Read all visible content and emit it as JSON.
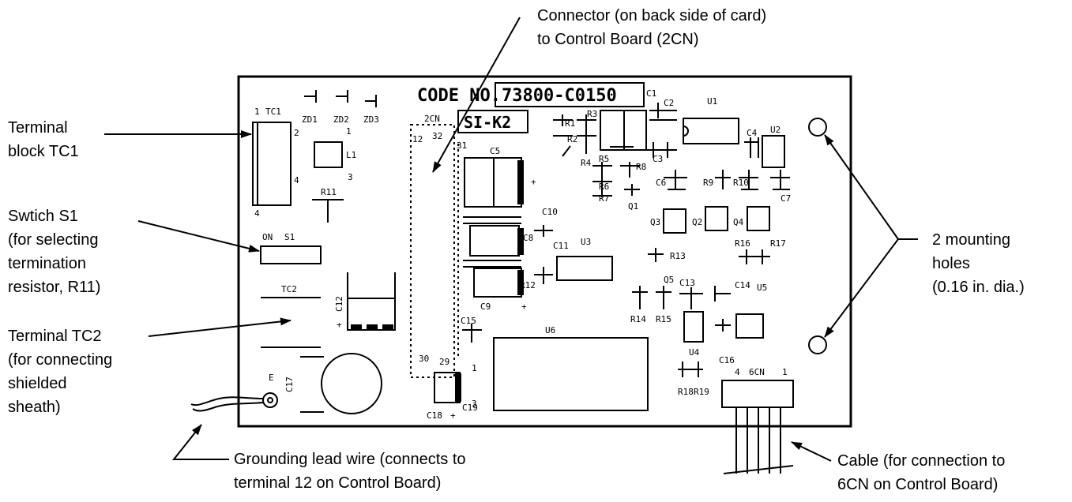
{
  "labels": {
    "connector": [
      "Connector (on back side of card)",
      "to Control Board (2CN)"
    ],
    "terminal_block": [
      "Terminal",
      "block TC1"
    ],
    "switch": [
      "Swtich S1",
      "(for selecting",
      "termination",
      "resistor, R11)"
    ],
    "terminal_tc2": [
      "Terminal TC2",
      "(for connecting",
      "shielded",
      "sheath)"
    ],
    "grounding": [
      "Grounding lead wire (connects to",
      "terminal 12 on Control Board)"
    ],
    "mounting": [
      "2 mounting",
      "holes",
      "(0.16 in. dia.)"
    ],
    "cable": [
      "Cable (for connection to",
      "6CN on Control Board)"
    ]
  },
  "board": {
    "code_prefix": "CODE NO.",
    "code_number": "73800-C0150",
    "model": "SI-K2",
    "marks": {
      "tc1": "TC1",
      "zd1": "ZD1",
      "zd2": "ZD2",
      "zd3": "ZD3",
      "l1": "L1",
      "r11": "R11",
      "on": "ON",
      "s1": "S1",
      "tc2": "TC2",
      "c12": "C12",
      "e": "E",
      "c17": "C17",
      "cn2": "2CN",
      "c5": "C5",
      "c10": "C10",
      "c8": "C8",
      "c11": "C11",
      "c9": "C9",
      "u3": "U3",
      "r12": "R12",
      "c15": "C15",
      "u6": "U6",
      "c18": "C18",
      "c19": "C19",
      "r1": "R1",
      "r2": "R2",
      "r3": "R3",
      "r4": "R4",
      "r5": "R5",
      "r6": "R6",
      "r7": "R7",
      "r8": "R8",
      "c1": "C1",
      "c2": "C2",
      "c3": "C3",
      "u1": "U1",
      "c4": "C4",
      "u2": "U2",
      "c6": "C6",
      "r9": "R9",
      "r10": "R10",
      "c7": "C7",
      "q1": "Q1",
      "q2": "Q2",
      "q3": "Q3",
      "q4": "Q4",
      "r13": "R13",
      "r16": "R16",
      "r17": "R17",
      "q5": "Q5",
      "c13": "C13",
      "c14": "C14",
      "u5": "U5",
      "r14": "R14",
      "r15": "R15",
      "u4": "U4",
      "c16": "C16",
      "r18": "R18",
      "r19": "R19",
      "cn6": "6CN",
      "pin1": "1",
      "pin2": "2",
      "pin3": "3",
      "pin4": "4",
      "pin12": "12",
      "pin32": "32",
      "pin31": "31",
      "pin30": "30",
      "pin29": "29",
      "plus": "+"
    }
  }
}
